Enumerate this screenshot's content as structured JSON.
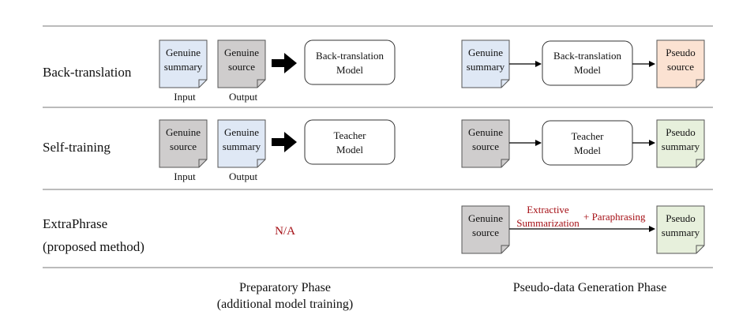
{
  "rows": {
    "backtranslation": {
      "label": "Back-translation",
      "prep": {
        "doc1": [
          "Genuine",
          "summary"
        ],
        "doc2": [
          "Genuine",
          "source"
        ],
        "cap1": "Input",
        "cap2": "Output",
        "model": [
          "Back-translation",
          "Model"
        ]
      },
      "gen": {
        "input": [
          "Genuine",
          "summary"
        ],
        "model": [
          "Back-translation",
          "Model"
        ],
        "output": [
          "Pseudo",
          "source"
        ]
      }
    },
    "selftraining": {
      "label": "Self-training",
      "prep": {
        "doc1": [
          "Genuine",
          "source"
        ],
        "doc2": [
          "Genuine",
          "summary"
        ],
        "cap1": "Input",
        "cap2": "Output",
        "model": [
          "Teacher",
          "Model"
        ]
      },
      "gen": {
        "input": [
          "Genuine",
          "source"
        ],
        "model": [
          "Teacher",
          "Model"
        ],
        "output": [
          "Pseudo",
          "summary"
        ]
      }
    },
    "extraphrase": {
      "label_line1": "ExtraPhrase",
      "label_line2": "(proposed method)",
      "prep_na": "N/A",
      "gen": {
        "input": [
          "Genuine",
          "source"
        ],
        "step1": [
          "Extractive",
          "Summarization"
        ],
        "step2": "+ Paraphrasing",
        "output": [
          "Pseudo",
          "summary"
        ]
      }
    }
  },
  "phases": {
    "preparatory": [
      "Preparatory Phase",
      "(additional model training)"
    ],
    "generation": "Pseudo-data Generation Phase"
  },
  "colors": {
    "summary_doc": "#dfe8f5",
    "source_doc": "#cfcdcd",
    "pseudo_source_doc": "#fbe2d2",
    "pseudo_summary_doc": "#e7f0dc",
    "highlight_text": "#a50f15",
    "rule_line": "#777777"
  }
}
